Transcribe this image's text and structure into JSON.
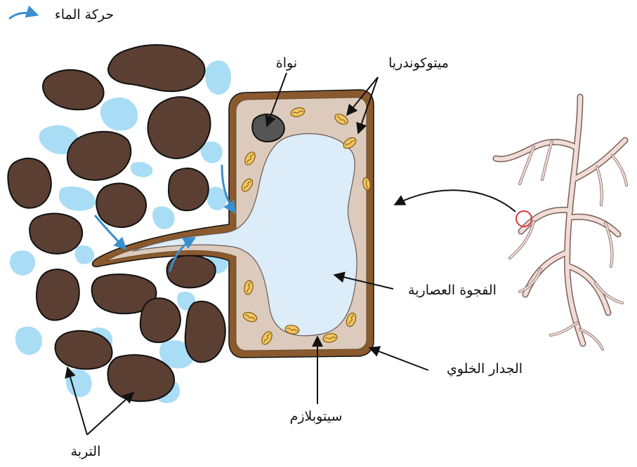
{
  "legend": {
    "water_movement": "حركة الماء"
  },
  "labels": {
    "nucleus": "نواة",
    "mitochondria": "ميتوكوندريا",
    "vacuole": "الفجوة العصارية",
    "cell_wall": "الجدار الخلوي",
    "cytoplasm": "سيتوبلازم",
    "soil": "التربة"
  },
  "colors": {
    "soil": "#5b3f33",
    "water": "#a8ddf5",
    "cell_wall": "#8a5a2e",
    "cytoplasm": "#dccbbd",
    "vacuole": "#dcecf8",
    "nucleus": "#555555",
    "mitochondria": "#f4c560",
    "flow_arrow": "#3a8fd0",
    "root": "#f1dcd6",
    "highlight_circle": "#d9363e"
  }
}
